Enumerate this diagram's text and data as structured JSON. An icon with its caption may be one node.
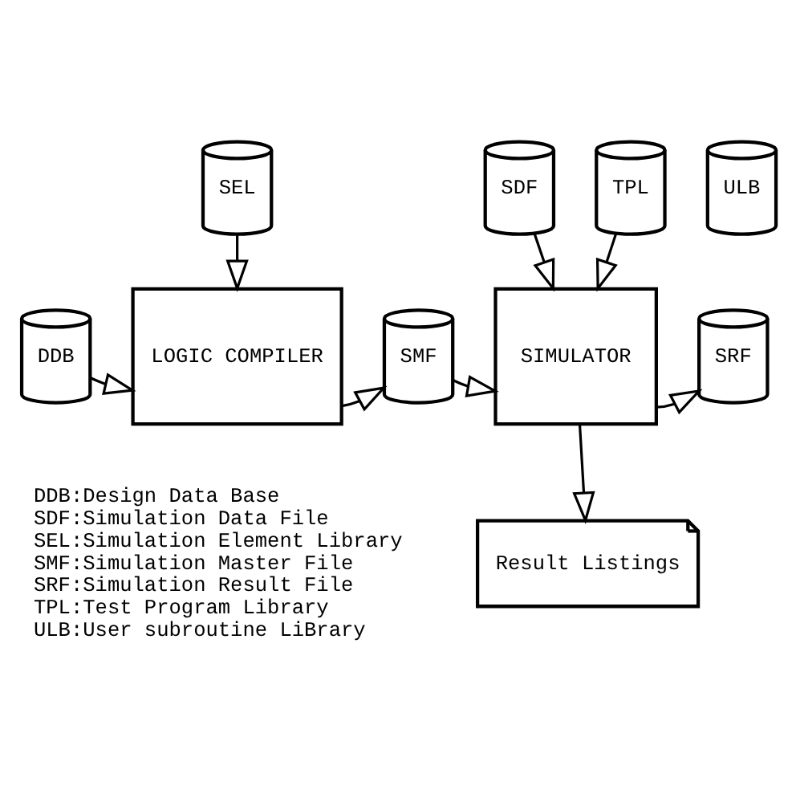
{
  "diagram": {
    "nodes": [
      {
        "text": [
          "DDB"
        ]
      },
      {
        "text": [
          "SEL"
        ]
      },
      {
        "text": [
          "LOGIC COMPILER"
        ]
      },
      {
        "text": [
          "SMF"
        ]
      },
      {
        "text": [
          "ULB"
        ]
      },
      {
        "text": [
          "SDF"
        ]
      },
      {
        "text": [
          "TPL"
        ]
      },
      {
        "text": [
          "SIMULATOR"
        ]
      },
      {
        "text": [
          "SRF"
        ]
      },
      {
        "text": [
          "Result Listings"
        ]
      }
    ],
    "edges": [
      {
        "from": 0,
        "to": 2,
        "arrow": "to"
      },
      {
        "from": 1,
        "to": 2,
        "arrow": "to"
      },
      {
        "from": 2,
        "to": 3,
        "arrow": "to"
      },
      {
        "from": 3,
        "to": 7,
        "arrow": "to"
      },
      {
        "from": 5,
        "to": 7,
        "arrow": "to"
      },
      {
        "from": 6,
        "to": 7,
        "arrow": "to"
      },
      {
        "from": 7,
        "to": 8,
        "arrow": "to"
      },
      {
        "from": 7,
        "to": 9,
        "arrow": "to"
      }
    ],
    "labels": [
      "DDB:Design Data Base",
      "SDF:Simulation Data File",
      "SEL:Simulation Element Library",
      "SMF:Simulation Master File",
      "SRF:Simulation Result File",
      "TPL:Test Program Library",
      "ULB:User subroutine LiBrary"
    ]
  }
}
